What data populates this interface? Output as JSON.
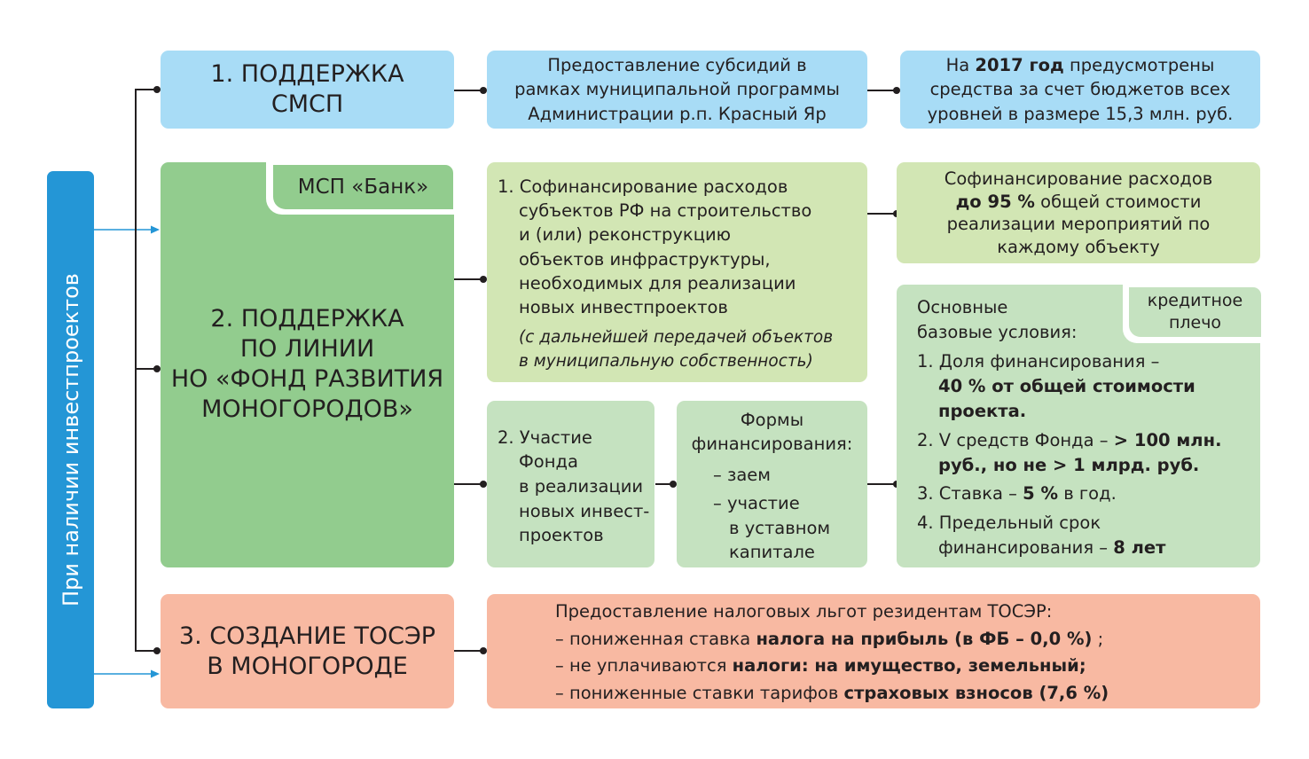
{
  "side_label": "При наличии инвестпроектов",
  "s1": {
    "title_l1": "1. ПОДДЕРЖКА",
    "title_l2": "СМСП",
    "desc": [
      "Предоставление  субсидий в",
      "рамках муниципальной  программы",
      "Администрации р.п. Красный Яр"
    ],
    "result": {
      "l1a": "На ",
      "l1b": "2017 год",
      "l1c": " предусмотрены",
      "l2": "средства за счет бюджетов всех",
      "l3": "уровней в размере 15,3 млн. руб."
    }
  },
  "s2": {
    "tab": "МСП «Банк»",
    "title": [
      "2. ПОДДЕРЖКА",
      "ПО ЛИНИИ",
      "НО «ФОНД РАЗВИТИЯ",
      "МОНОГОРОДОВ»"
    ],
    "item1": {
      "lines": [
        "1. Софинансирование расходов",
        "субъектов РФ на строительство",
        "и (или) реконструкцию",
        "объектов инфраструктуры,",
        "необходимых для реализации",
        "новых инвестпроектов"
      ],
      "note": [
        "(с дальнейшей передачей объектов",
        "в муниципальную собственность)"
      ]
    },
    "cofin": {
      "l1": "Софинансирование расходов",
      "l2a": "до 95 %",
      "l2b": " общей стоимости",
      "l3": "реализации мероприятий по",
      "l4": "каждому объекту"
    },
    "item2": [
      "2. Участие",
      "Фонда",
      "в реализации",
      "новых инвест-",
      "проектов"
    ],
    "forms": {
      "title": [
        "Формы",
        "финансирования:"
      ],
      "items": [
        "– заем",
        "– участие",
        "в уставном",
        "капитале"
      ]
    },
    "conditions": {
      "tab": [
        "кредитное",
        "плечо"
      ],
      "head": [
        "Основные",
        "базовые условия:"
      ],
      "c1a": "1. Доля финансирования –",
      "c1b": "40 % от общей стоимости",
      "c1c": "проекта.",
      "c2a": "2. V средств Фонда –  ",
      "c2b": "> 100 млн.",
      "c2c": "руб., но не > 1 млрд. руб.",
      "c3a": "3. Ставка – ",
      "c3b": "5 %",
      "c3c": " в год.",
      "c4a": "4. Предельный срок",
      "c4b": "финансирования – ",
      "c4c": "8 лет"
    }
  },
  "s3": {
    "title_l1": "3. СОЗДАНИЕ ТОСЭР",
    "title_l2": "В МОНОГОРОДЕ",
    "head": "Предоставление налоговых льгот резидентам ТОСЭР:",
    "b1a": "–  пониженная ставка ",
    "b1b": "налога на прибыль (в ФБ – 0,0 %)",
    "b1c": " ;",
    "b2a": "–  не уплачиваются ",
    "b2b": "налоги: на имущество, земельный;",
    "b3a": "–  пониженные ставки тарифов ",
    "b3b": "страховых взносов (7,6 %)"
  },
  "colors": {
    "side": "#2496d6",
    "blue": "#a8dcf6",
    "green": "#92cc8e",
    "light_green": "#d2e6b4",
    "mid_green": "#c5e2c0",
    "salmon": "#f8b9a2"
  }
}
